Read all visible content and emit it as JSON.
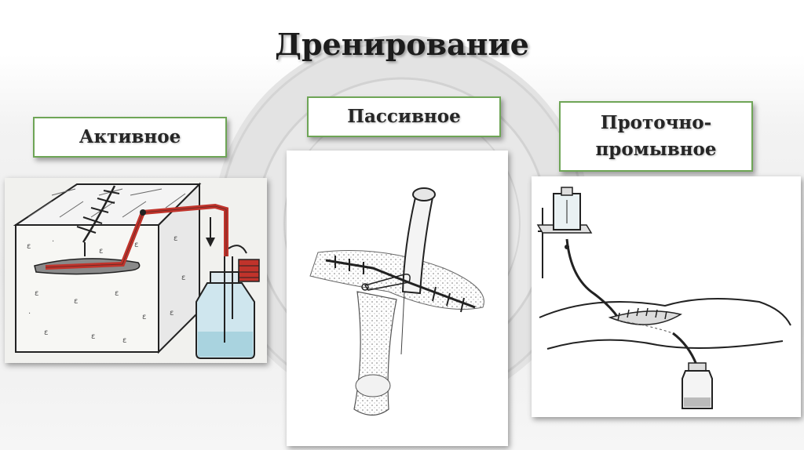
{
  "title": "Дренирование",
  "methods": [
    {
      "label": "Активное",
      "illustration_icon": "active-drainage-illustration"
    },
    {
      "label": "Пассивное",
      "illustration_icon": "passive-drainage-illustration"
    },
    {
      "label_line1": "Проточно-",
      "label_line2": "промывное",
      "illustration_icon": "flow-wash-drainage-illustration"
    }
  ],
  "colors": {
    "frame_border": "#6ea556",
    "tube_red": "#c0332b",
    "bottle_fluid": "#a9d3df",
    "background": "#ececec"
  }
}
